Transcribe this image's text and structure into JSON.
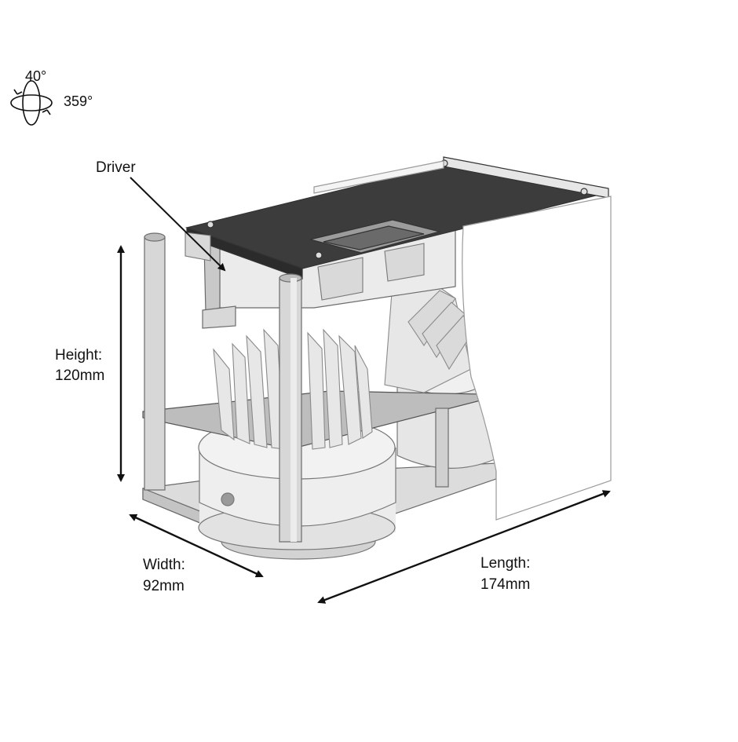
{
  "rotation": {
    "tilt": "40°",
    "rotate": "359°"
  },
  "labels": {
    "driver": "Driver",
    "height_title": "Height:",
    "height_value": "120mm",
    "width_title": "Width:",
    "width_value": "92mm",
    "length_title": "Length:",
    "length_value": "174mm"
  },
  "colors": {
    "ink": "#111111",
    "dark_plate": "#3c3c3c",
    "light_part": "#e9e9e9",
    "mid_part": "#d6d6d6",
    "shadow_part": "#b9b9b9"
  }
}
